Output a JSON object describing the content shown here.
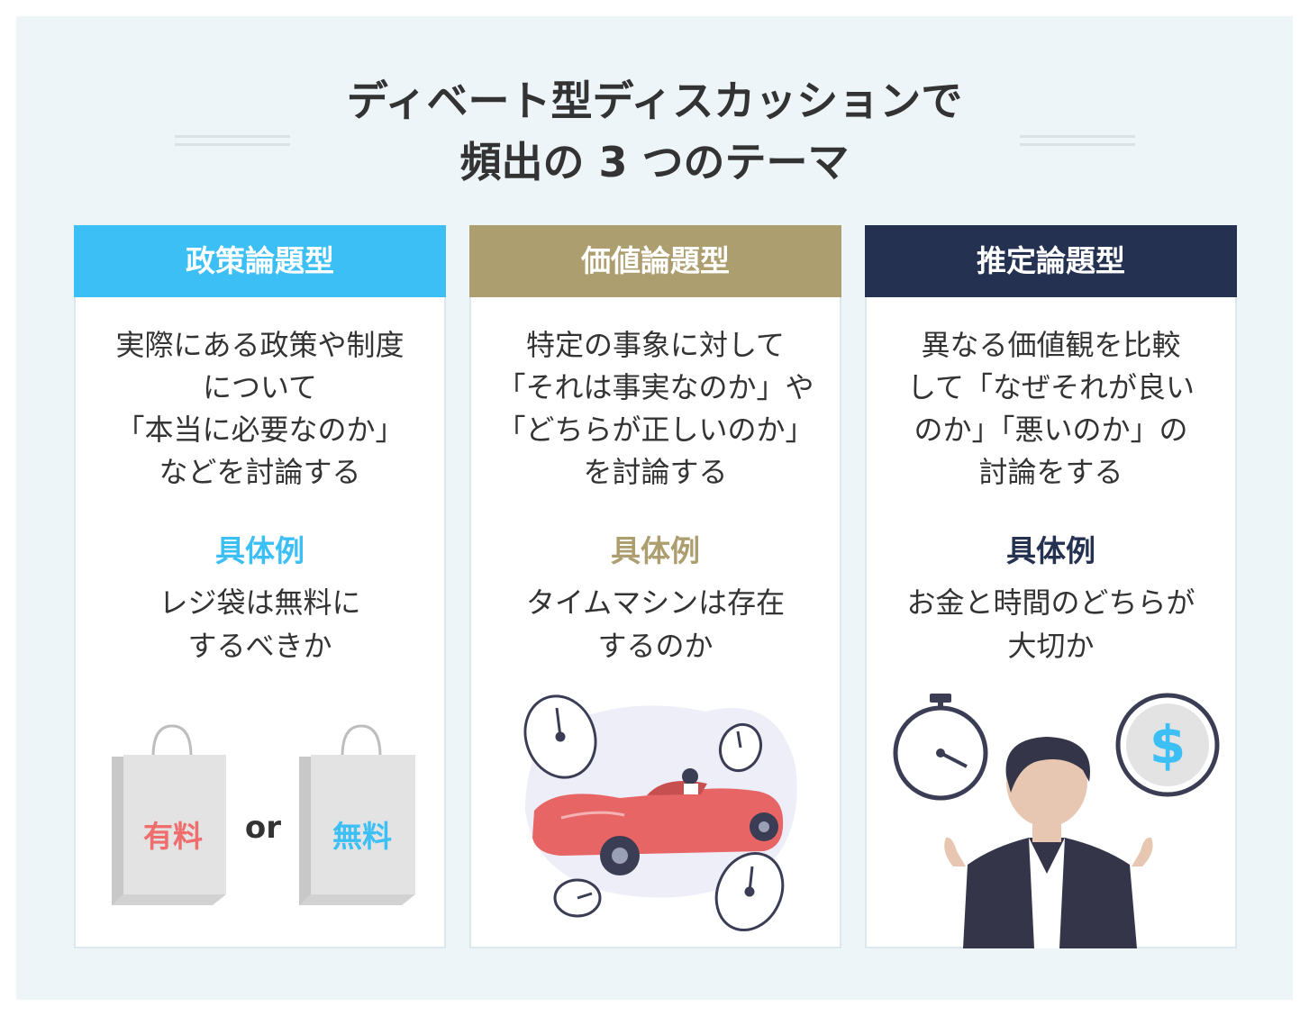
{
  "title": {
    "line1": "ディベート型ディスカッションで",
    "line2": "頻出の 3 つのテーマ"
  },
  "colors": {
    "blue": "#3bbff4",
    "gold": "#ad9e6f",
    "navy": "#243150",
    "bag_paid": "#ef6d6d"
  },
  "cards": [
    {
      "heading": "政策論題型",
      "description": "実際にある政策や制度\nについて\n「本当に必要なのか」\nなどを討論する",
      "example_label": "具体例",
      "example_text": "レジ袋は無料に\nするべきか",
      "illustration": {
        "bag_left_label": "有料",
        "connector": "or",
        "bag_right_label": "無料"
      }
    },
    {
      "heading": "価値論題型",
      "description": "特定の事象に対して\n「それは事実なのか」や\n「どちらが正しいのか」\nを討論する",
      "example_label": "具体例",
      "example_text": "タイムマシンは存在\nするのか"
    },
    {
      "heading": "推定論題型",
      "description": "異なる価値観を比較\nして「なぜそれが良い\nのか」「悪いのか」の\n討論をする",
      "example_label": "具体例",
      "example_text": "お金と時間のどちらが\n大切か",
      "illustration": {
        "coin_symbol": "$"
      }
    }
  ]
}
